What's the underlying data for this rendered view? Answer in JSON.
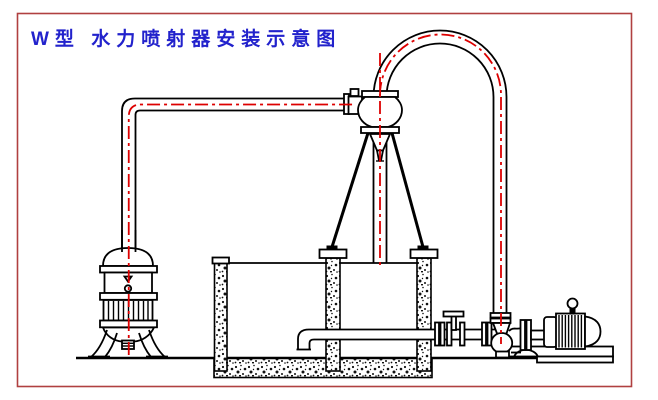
{
  "page": {
    "title": "W型 水力喷射器安装示意图"
  },
  "colors": {
    "border_red": "#b04040",
    "title_blue": "#2222cc",
    "centerline_red": "#dd0000",
    "line_black": "#000000",
    "background": "#ffffff"
  },
  "diagram": {
    "kind": "installation-schematic",
    "components": [
      "strainer-vessel",
      "supply-pipe",
      "ejector",
      "ejector-nozzle",
      "tail-pipe",
      "gooseneck-discharge-pipe",
      "concrete-tank",
      "suction-pipe",
      "gate-valve",
      "centrifugal-pump",
      "motor",
      "baseplate",
      "ground-line"
    ]
  }
}
